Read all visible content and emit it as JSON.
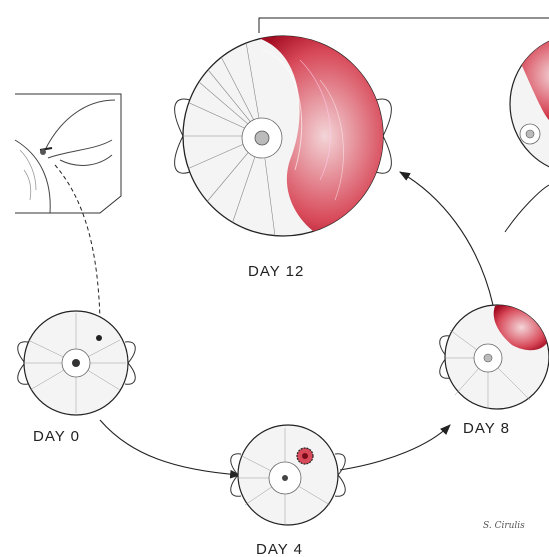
{
  "stages": [
    {
      "id": "day0",
      "label": "DAY 0"
    },
    {
      "id": "day4",
      "label": "DAY 4"
    },
    {
      "id": "day8",
      "label": "DAY 8"
    },
    {
      "id": "day12",
      "label": "DAY 12"
    }
  ],
  "signature": "S. Cirulis",
  "colors": {
    "lesion": "#c8102e",
    "line": "#222222",
    "iris": "#777777"
  },
  "icons": [
    "eyeball-icon",
    "inoculation-hand-icon",
    "cycle-arrow-icon"
  ]
}
